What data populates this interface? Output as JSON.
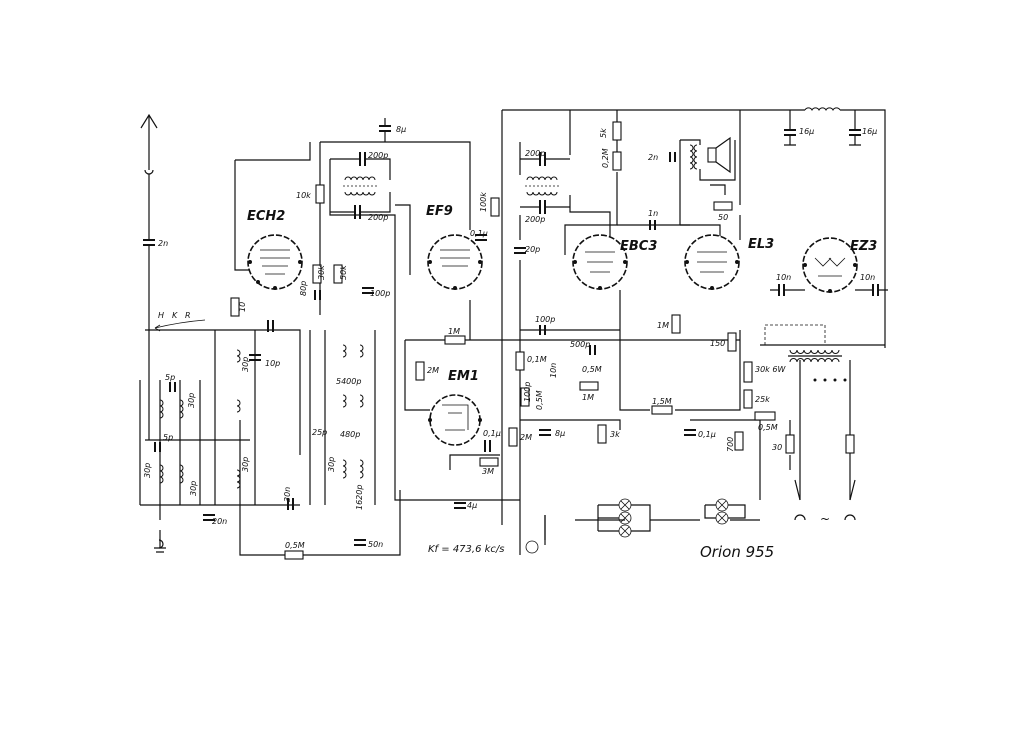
{
  "title": "Orion 955",
  "kf": "Kf = 473,6 kc/s",
  "tubes": {
    "ech2": "ECH2",
    "ef9": "EF9",
    "ebc3": "EBC3",
    "el3": "EL3",
    "ez3": "EZ3",
    "em1": "EM1"
  },
  "band_switch": {
    "h": "H",
    "k": "K",
    "r": "R"
  },
  "components": {
    "c_8u": "8μ",
    "c_200p_a": "200p",
    "c_200p_b": "200p",
    "c_200p_c": "200p",
    "c_200p_d": "200p",
    "c_2n_ant": "2n",
    "r_10k": "10k",
    "r_30k_ech": "30k",
    "r_50k": "50k",
    "c_100p": "100p",
    "c_20p_mid": "20p",
    "r_100k": "100k",
    "c_01u_ef9": "0,1μ",
    "r_5k": "5k",
    "r_02m": "0,2M",
    "c_2n_spk": "2n",
    "c_16u_a": "16μ",
    "c_16u_b": "16μ",
    "c_1n": "1n",
    "r_50": "50",
    "c_10n_a": "10n",
    "c_10n_b": "10n",
    "r_1m_grid": "1M",
    "c_100p_ebc": "100p",
    "r_1m_el3": "1M",
    "r_150": "150",
    "r_01m": "0,1M",
    "c_500p": "500p",
    "r_05m_pot": "0,5M",
    "c_10n_vol": "10n",
    "r_1m_b": "1M",
    "r_2m_em": "2M",
    "c_100p_em": "100p",
    "r_05m_em": "0,5M",
    "c_01u_em": "0,1μ",
    "r_2m_b": "2M",
    "r_3m": "3M",
    "c_8u_b": "8μ",
    "r_3k": "3k",
    "r_15m": "1,5M",
    "c_01u_b": "0,1μ",
    "r_30k_6w": "30k 6W",
    "r_25k": "25k",
    "r_05m_b": "0,5M",
    "r_700": "700",
    "r_30": "30",
    "c_5p_a": "5p",
    "c_5p_b": "5p",
    "c_30p_a": "30p",
    "c_30p_b": "30p",
    "c_30p_c": "30p",
    "c_30p_d": "30p",
    "c_30p_e": "30p",
    "c_30p_f": "30p",
    "c_10p": "10p",
    "c_20n": "20n",
    "r_10": "10",
    "c_30n": "30n",
    "c_4u": "4μ",
    "c_50n": "50n",
    "r_05m_agc": "0,5M",
    "c_80p": "80p",
    "c_5400p": "5400p",
    "c_480p": "480p",
    "c_1620p": "1620p",
    "c_25p": "25p"
  }
}
